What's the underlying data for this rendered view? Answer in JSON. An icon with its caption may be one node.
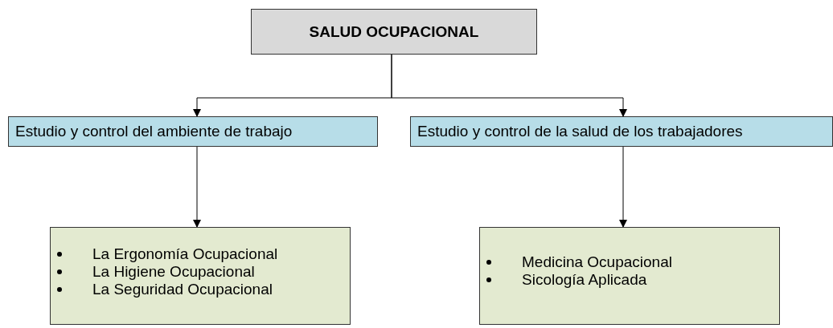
{
  "diagram": {
    "nodes": [
      {
        "text": [
          "SALUD OCUPACIONAL"
        ]
      },
      {
        "text": [
          "Estudio y control del ambiente de trabajo"
        ]
      },
      {
        "text": [
          "Estudio y control de la salud de los trabajadores"
        ]
      },
      {
        "text": [
          "La Ergonomía Ocupacional",
          "La Higiene Ocupacional",
          "La Seguridad Ocupacional"
        ]
      },
      {
        "text": [
          "Medicina Ocupacional",
          "Sicología Aplicada"
        ]
      }
    ],
    "edges": [
      {
        "from": 0,
        "to": 1,
        "arrow": "to"
      },
      {
        "from": 0,
        "to": 2,
        "arrow": "to"
      },
      {
        "from": 1,
        "to": 3,
        "arrow": "to"
      },
      {
        "from": 2,
        "to": 4,
        "arrow": "to"
      }
    ]
  }
}
